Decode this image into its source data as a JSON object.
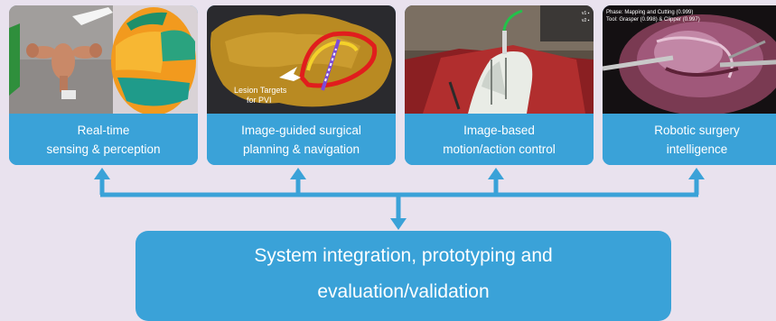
{
  "panels": [
    {
      "caption_line1": "Real-time",
      "caption_line2": "sensing & perception",
      "photo_subject": "uterus-model-and-depth-map-image"
    },
    {
      "caption_line1": "Image-guided surgical",
      "caption_line2": "planning & navigation",
      "photo_subject": "3d-cardiac-navigation-image",
      "overlay_line1": "Lesion Targets",
      "overlay_line2": "for PVI"
    },
    {
      "caption_line1": "Image-based",
      "caption_line2": "motion/action control",
      "photo_subject": "robotic-instrument-on-tissue-image"
    },
    {
      "caption_line1": "Robotic surgery",
      "caption_line2": "intelligence",
      "photo_subject": "laparoscopic-surgery-view-image",
      "overlay_line1": "Phase: Mapping and Cutting (0.999)",
      "overlay_line2": "Tool: Grasper (0.998) & Clipper (0.997)"
    }
  ],
  "integration": {
    "line1": "System integration, prototyping and",
    "line2": "evaluation/validation"
  },
  "colors": {
    "background": "#e9e2ee",
    "accent_blue": "#3aa2d8",
    "text": "#ffffff"
  }
}
